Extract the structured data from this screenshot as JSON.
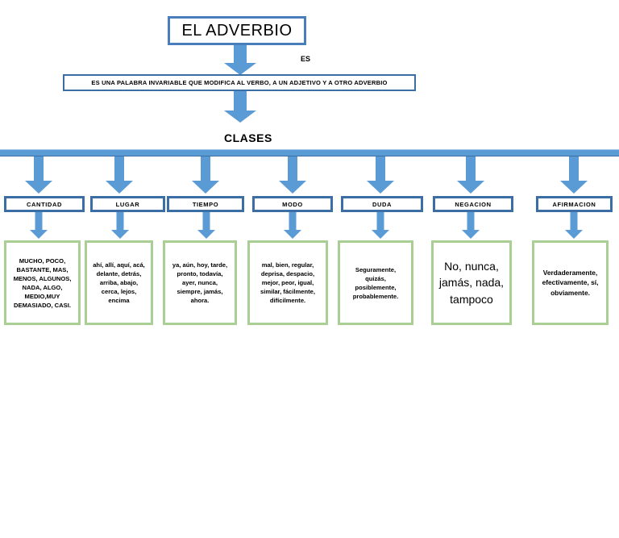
{
  "diagram": {
    "title": "EL ADVERBIO",
    "connector_label": "ES",
    "definition": "ES UNA PALABRA INVARIABLE QUE MODIFICA AL VERBO, A UN ADJETIVO Y A OTRO ADVERBIO",
    "classes_label": "CLASES",
    "colors": {
      "blue_fill": "#5b9bd5",
      "blue_border": "#3b6ea5",
      "green_border": "#a9cf95",
      "background": "#ffffff"
    },
    "categories": [
      {
        "label": "CANTIDAD",
        "examples": "MUCHO, POCO, BASTANTE, MAS, MENOS, ALGUNOS, NADA, ALGO, MEDIO,MUY DEMASIADO, CASI."
      },
      {
        "label": "LUGAR",
        "examples": "ahí, allí, aquí, acá, delante, detrás, arriba, abajo, cerca, lejos, encima"
      },
      {
        "label": "TIEMPO",
        "examples": "ya, aún, hoy, tarde, pronto, todavía, ayer, nunca, siempre, jamás, ahora."
      },
      {
        "label": "MODO",
        "examples": "mal, bien, regular, deprisa, despacio, mejor, peor, igual, similar, fácilmente, difícilmente."
      },
      {
        "label": "DUDA",
        "examples": "Seguramente, quizás, posiblemente, probablemente."
      },
      {
        "label": "NEGACION",
        "examples": "No, nunca, jamás, nada, tampoco"
      },
      {
        "label": "AFIRMACION",
        "examples": "Verdaderamente, efectivamente, sí, obviamente."
      }
    ]
  }
}
